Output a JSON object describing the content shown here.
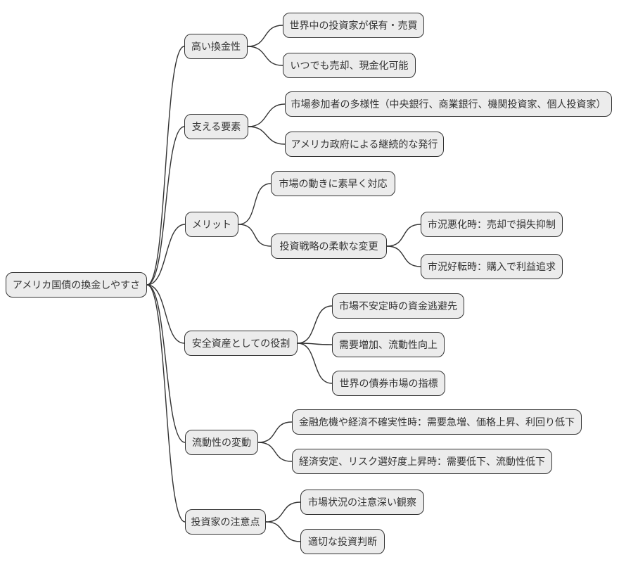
{
  "diagram": {
    "type": "mindmap",
    "colors": {
      "background": "#ffffff",
      "node_fill": "#ececec",
      "node_border": "#333333",
      "edge": "#333333",
      "text": "#333333"
    },
    "root": {
      "label": "アメリカ国債の換金しやすさ"
    },
    "branches": [
      {
        "label": "高い換金性",
        "children": [
          {
            "label": "世界中の投資家が保有・売買"
          },
          {
            "label": "いつでも売却、現金化可能"
          }
        ]
      },
      {
        "label": "支える要素",
        "children": [
          {
            "label": "市場参加者の多様性（中央銀行、商業銀行、機関投資家、個人投資家）"
          },
          {
            "label": "アメリカ政府による継続的な発行"
          }
        ]
      },
      {
        "label": "メリット",
        "children": [
          {
            "label": "市場の動きに素早く対応"
          },
          {
            "label": "投資戦略の柔軟な変更",
            "children": [
              {
                "label": "市況悪化時：売却で損失抑制"
              },
              {
                "label": "市況好転時：購入で利益追求"
              }
            ]
          }
        ]
      },
      {
        "label": "安全資産としての役割",
        "children": [
          {
            "label": "市場不安定時の資金逃避先"
          },
          {
            "label": "需要増加、流動性向上"
          },
          {
            "label": "世界の債券市場の指標"
          }
        ]
      },
      {
        "label": "流動性の変動",
        "children": [
          {
            "label": "金融危機や経済不確実性時：需要急増、価格上昇、利回り低下"
          },
          {
            "label": "経済安定、リスク選好度上昇時：需要低下、流動性低下"
          }
        ]
      },
      {
        "label": "投資家の注意点",
        "children": [
          {
            "label": "市場状況の注意深い観察"
          },
          {
            "label": "適切な投資判断"
          }
        ]
      }
    ]
  }
}
